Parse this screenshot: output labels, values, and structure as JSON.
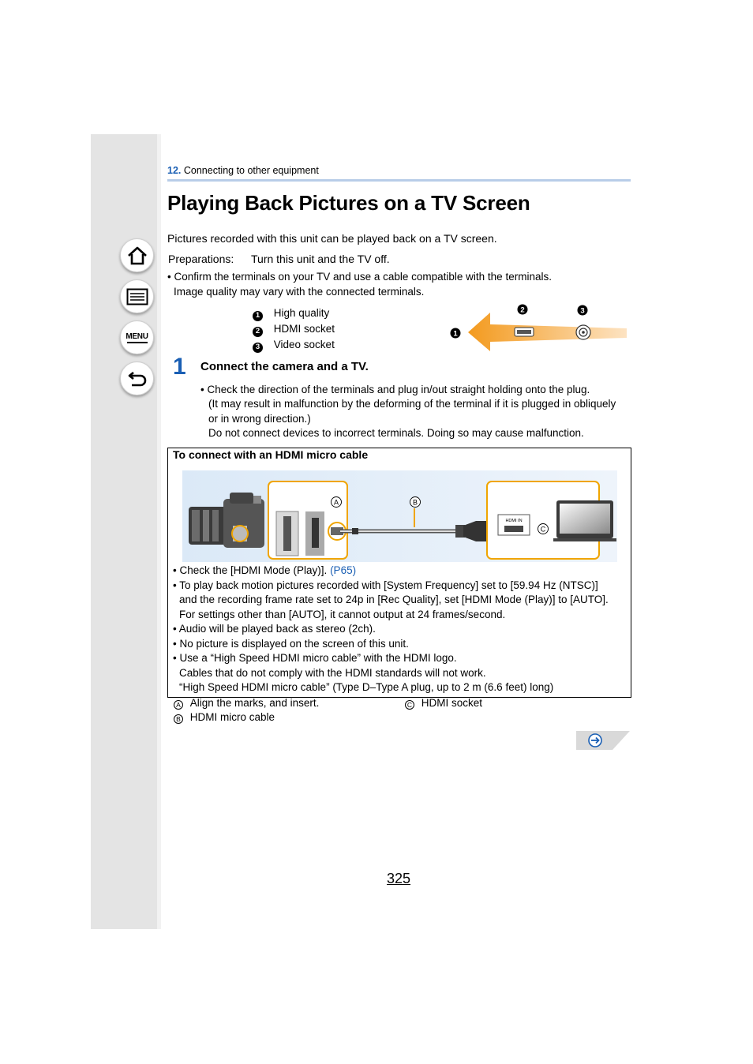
{
  "breadcrumb": {
    "number": "12.",
    "section": "Connecting to other equipment"
  },
  "page_title": "Playing Back Pictures on a TV Screen",
  "intro": "Pictures recorded with this unit can be played back on a TV screen.",
  "preparations": {
    "label": "Preparations:",
    "text": "Turn this unit and the TV off."
  },
  "notes": {
    "line1": "• Confirm the terminals on your TV and use a cable compatible with the terminals.",
    "line2": "Image quality may vary with the connected terminals."
  },
  "legend": [
    {
      "marker": "1",
      "label": "High quality"
    },
    {
      "marker": "2",
      "label": "HDMI socket"
    },
    {
      "marker": "3",
      "label": "Video socket"
    }
  ],
  "step": {
    "number": "1",
    "title": "Connect the camera and a TV.",
    "lines": [
      "• Check the direction of the terminals and plug in/out straight holding onto the plug.",
      "(It may result in malfunction by the deforming of the terminal if it is plugged in obliquely",
      "or in wrong direction.)",
      "Do not connect devices to incorrect terminals. Doing so may cause malfunction."
    ]
  },
  "hdmi_box": {
    "title": "To connect with an HDMI micro cable",
    "diagram_labels": {
      "a": "A",
      "b": "B",
      "c": "C",
      "socket_text": "HDMI IN"
    },
    "check_text": "• Check the [HDMI Mode (Play)].",
    "check_link": "(P65)",
    "bullets": [
      "• To play back motion pictures recorded with [System Frequency] set to [59.94 Hz (NTSC)]",
      "and the recording frame rate set to 24p in [Rec Quality], set [HDMI Mode (Play)] to [AUTO].",
      "For settings other than [AUTO], it cannot output at 24 frames/second.",
      "• Audio will be played back as stereo (2ch).",
      "• No picture is displayed on the screen of this unit.",
      "• Use a “High Speed HDMI micro cable” with the HDMI logo.",
      "Cables that do not comply with the HDMI standards will not work.",
      "“High Speed HDMI micro cable” (Type D–Type A plug, up to 2 m (6.6 feet) long)"
    ]
  },
  "captions": [
    {
      "letter": "A",
      "text": "Align the marks, and insert."
    },
    {
      "letter": "C",
      "text": "HDMI socket"
    },
    {
      "letter": "B",
      "text": "HDMI micro cable"
    }
  ],
  "sidebar": {
    "menu_label": "MENU"
  },
  "page_number": "325",
  "colors": {
    "accent": "#1a5fb4",
    "arrow": "#f39a1e",
    "highlight": "#f0a500",
    "sidebar": "#e4e4e4"
  }
}
